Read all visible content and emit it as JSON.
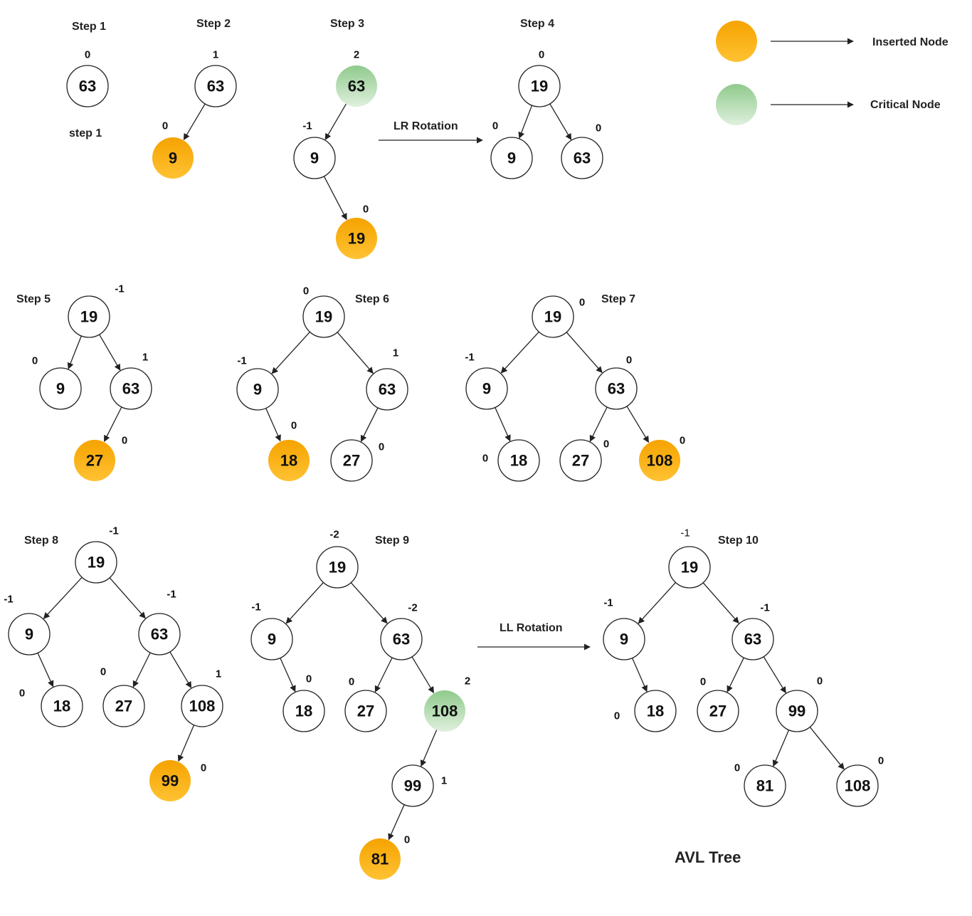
{
  "colors": {
    "inserted": "#f5a800",
    "critical": "#9ed09a",
    "normal": "#ffffff",
    "stroke": "#222222"
  },
  "legend": [
    {
      "type": "inserted",
      "label": "Inserted Node"
    },
    {
      "type": "critical",
      "label": "Critical Node"
    }
  ],
  "step_labels": [
    "Step 1",
    "step 1",
    "Step 2",
    "Step 3",
    "Step 4",
    "Step 5",
    "Step 6",
    "Step 7",
    "Step 8",
    "Step 9",
    "Step 10"
  ],
  "rotations": [
    "LR Rotation",
    "LL Rotation"
  ],
  "final_caption": "AVL Tree",
  "trees": [
    {
      "id": "step1",
      "nodes": [
        {
          "v": "63",
          "b": "0",
          "t": "normal"
        }
      ]
    },
    {
      "id": "step2",
      "nodes": [
        {
          "v": "63",
          "b": "1",
          "t": "normal"
        },
        {
          "v": "9",
          "b": "0",
          "t": "inserted"
        }
      ]
    },
    {
      "id": "step3",
      "nodes": [
        {
          "v": "63",
          "b": "2",
          "t": "critical"
        },
        {
          "v": "9",
          "b": "-1",
          "t": "normal"
        },
        {
          "v": "19",
          "b": "0",
          "t": "inserted"
        }
      ]
    },
    {
      "id": "step4",
      "nodes": [
        {
          "v": "19",
          "b": "0",
          "t": "normal"
        },
        {
          "v": "9",
          "b": "0",
          "t": "normal"
        },
        {
          "v": "63",
          "b": "0",
          "t": "normal"
        }
      ]
    },
    {
      "id": "step5",
      "nodes": [
        {
          "v": "19",
          "b": "-1",
          "t": "normal"
        },
        {
          "v": "9",
          "b": "0",
          "t": "normal"
        },
        {
          "v": "63",
          "b": "1",
          "t": "normal"
        },
        {
          "v": "27",
          "b": "0",
          "t": "inserted"
        }
      ]
    },
    {
      "id": "step6",
      "nodes": [
        {
          "v": "19",
          "b": "0",
          "t": "normal"
        },
        {
          "v": "9",
          "b": "-1",
          "t": "normal"
        },
        {
          "v": "63",
          "b": "1",
          "t": "normal"
        },
        {
          "v": "18",
          "b": "0",
          "t": "inserted"
        },
        {
          "v": "27",
          "b": "0",
          "t": "normal"
        }
      ]
    },
    {
      "id": "step7",
      "nodes": [
        {
          "v": "19",
          "b": "0",
          "t": "normal"
        },
        {
          "v": "9",
          "b": "-1",
          "t": "normal"
        },
        {
          "v": "63",
          "b": "0",
          "t": "normal"
        },
        {
          "v": "18",
          "b": "0",
          "t": "normal"
        },
        {
          "v": "27",
          "b": "0",
          "t": "normal"
        },
        {
          "v": "108",
          "b": "0",
          "t": "inserted"
        }
      ]
    },
    {
      "id": "step8",
      "nodes": [
        {
          "v": "19",
          "b": "-1",
          "t": "normal"
        },
        {
          "v": "9",
          "b": "-1",
          "t": "normal"
        },
        {
          "v": "63",
          "b": "-1",
          "t": "normal"
        },
        {
          "v": "18",
          "b": "0",
          "t": "normal"
        },
        {
          "v": "27",
          "b": "0",
          "t": "normal"
        },
        {
          "v": "108",
          "b": "1",
          "t": "normal"
        },
        {
          "v": "99",
          "b": "0",
          "t": "inserted"
        }
      ]
    },
    {
      "id": "step9",
      "nodes": [
        {
          "v": "19",
          "b": "-2",
          "t": "normal"
        },
        {
          "v": "9",
          "b": "-1",
          "t": "normal"
        },
        {
          "v": "63",
          "b": "-2",
          "t": "normal"
        },
        {
          "v": "18",
          "b": "0",
          "t": "normal"
        },
        {
          "v": "27",
          "b": "0",
          "t": "normal"
        },
        {
          "v": "108",
          "b": "2",
          "t": "critical"
        },
        {
          "v": "99",
          "b": "1",
          "t": "normal"
        },
        {
          "v": "81",
          "b": "0",
          "t": "inserted"
        }
      ]
    },
    {
      "id": "step10",
      "nodes": [
        {
          "v": "19",
          "b": "-1",
          "t": "normal"
        },
        {
          "v": "9",
          "b": "-1",
          "t": "normal"
        },
        {
          "v": "63",
          "b": "-1",
          "t": "normal"
        },
        {
          "v": "18",
          "b": "0",
          "t": "normal"
        },
        {
          "v": "27",
          "b": "0",
          "t": "normal"
        },
        {
          "v": "99",
          "b": "0",
          "t": "normal"
        },
        {
          "v": "81",
          "b": "0",
          "t": "normal"
        },
        {
          "v": "108",
          "b": "0",
          "t": "normal"
        }
      ]
    }
  ]
}
